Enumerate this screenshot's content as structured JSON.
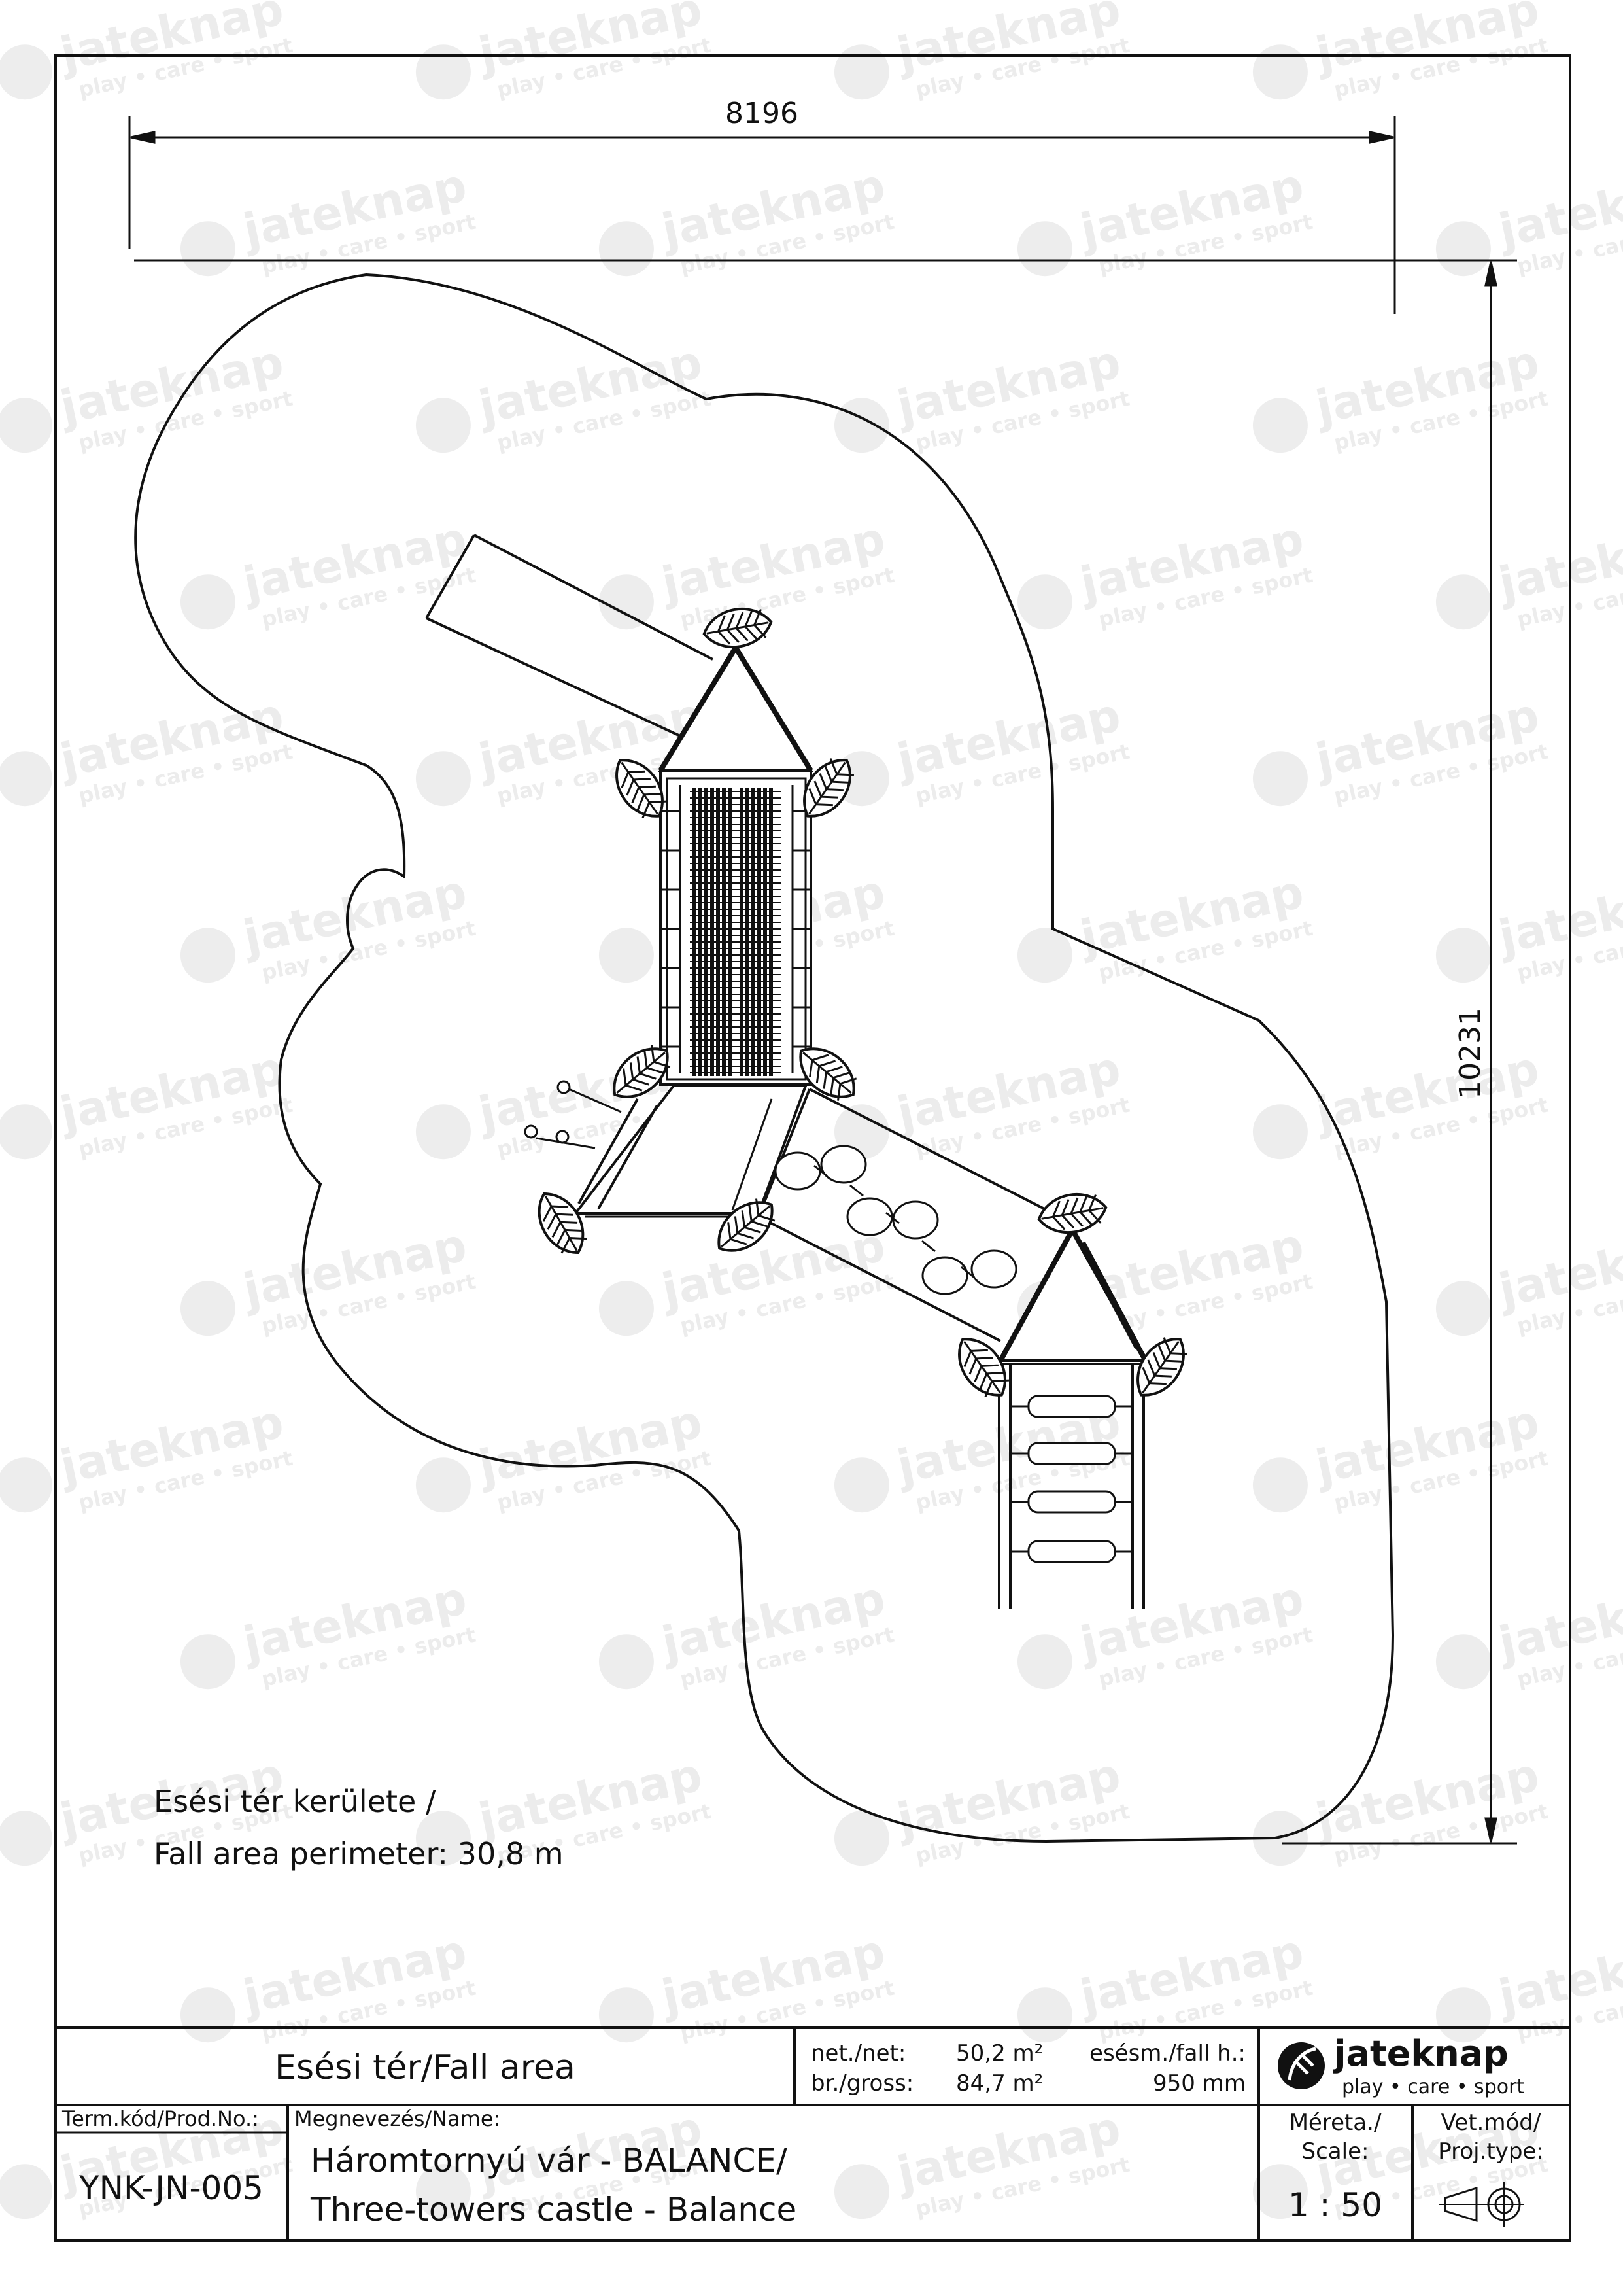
{
  "drawing": {
    "dim_width": "8196",
    "dim_height": "10231",
    "perimeter_label_line1": "Esési tér kerülete /",
    "perimeter_label_line2": "Fall area perimeter: 30,8 m"
  },
  "watermark": {
    "brand": "jateknap",
    "tagline": "play • care • sport"
  },
  "title_block": {
    "section_title": "Esési tér/Fall area",
    "net_label": "net./net:",
    "net_value": "50,2 m²",
    "gross_label": "br./gross:",
    "gross_value": "84,7 m²",
    "fall_height_label": "esésm./fall h.:",
    "fall_height_value": "950 mm",
    "logo_brand": "jateknap",
    "logo_tagline": "play • care • sport",
    "prod_no_label": "Term.kód/Prod.No.:",
    "prod_no_value": "YNK-JN-005",
    "name_label": "Megnevezés/Name:",
    "name_line1": "Háromtornyú vár - BALANCE/",
    "name_line2": "Three-towers castle - Balance",
    "scale_label_line1": "Méreta./",
    "scale_label_line2": "Scale:",
    "scale_value": "1 : 50",
    "projtype_label_line1": "Vet.mód/",
    "projtype_label_line2": "Proj.type:"
  }
}
